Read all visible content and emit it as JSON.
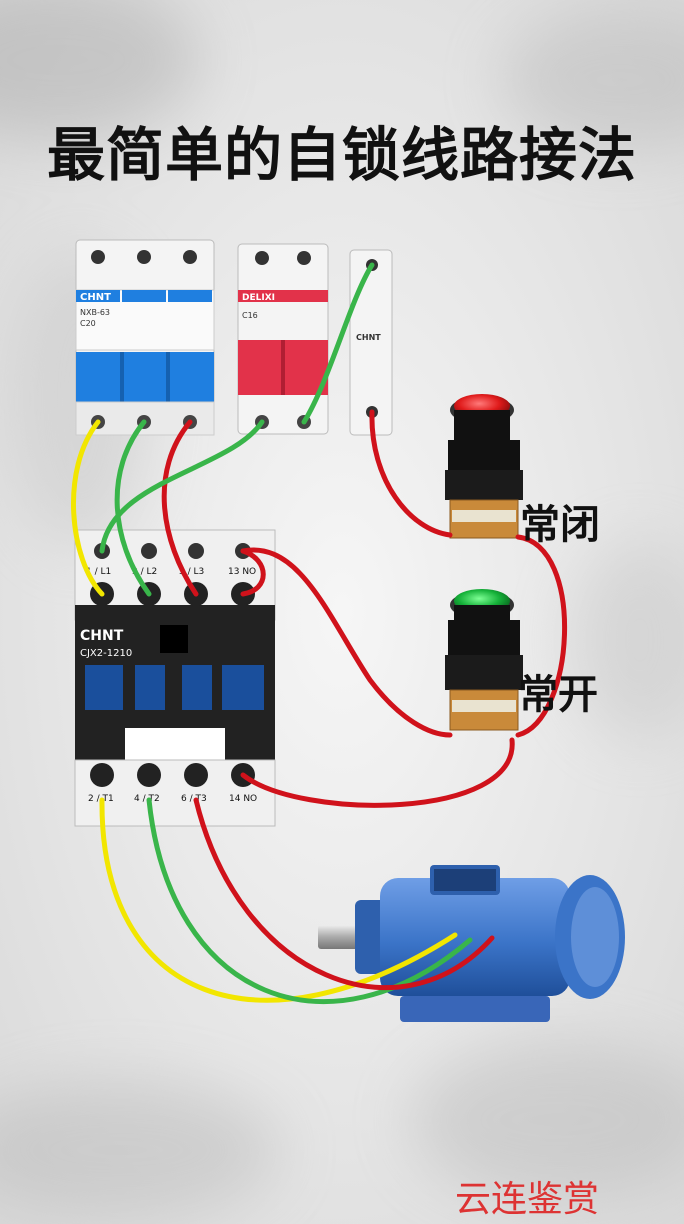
{
  "title": "最简单的自锁线路接法",
  "watermark": "云连鉴赏",
  "breaker_main": {
    "brand": "CHNT",
    "model": "NXB-63",
    "rating": "C20"
  },
  "breaker_control": {
    "brand": "DELIXI",
    "rating": "C16"
  },
  "fuse": {
    "brand": "CHNT"
  },
  "contactor": {
    "brand": "CHNT",
    "model": "CJX2-1210",
    "top_terminals": [
      "1 / L1",
      "3 / L2",
      "5 / L3",
      "13 NO"
    ],
    "bottom_terminals": [
      "2 / T1",
      "4 / T2",
      "6 / T3",
      "14 NO"
    ]
  },
  "button_nc": {
    "label": "常闭"
  },
  "button_no": {
    "label": "常开"
  },
  "colors": {
    "wire_yellow": "#f2e600",
    "wire_green": "#39b54a",
    "wire_red": "#d0121b",
    "breaker_blue": "#1f7fe0",
    "breaker_red": "#e2324a",
    "button_red": "#e01b1b",
    "button_green": "#16b23a",
    "motor_blue": "#3b74c8"
  }
}
